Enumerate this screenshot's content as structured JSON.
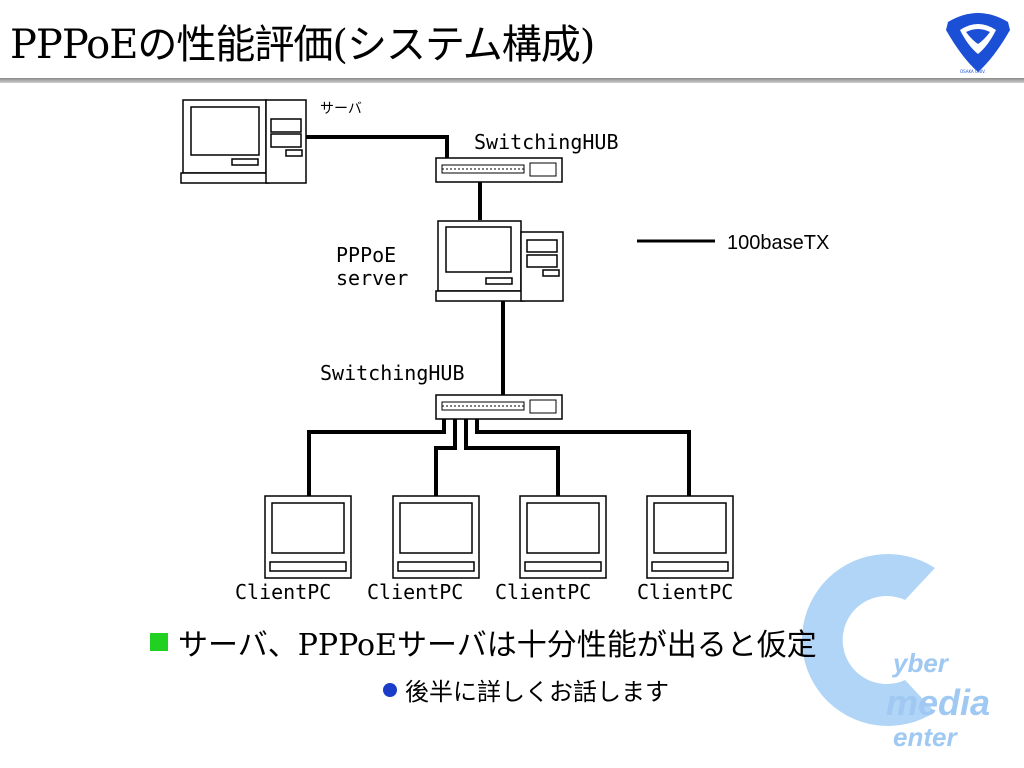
{
  "slide": {
    "title": "PPPoEの性能評価(システム構成)"
  },
  "diagram": {
    "server_label": "サーバ",
    "hub_top_label": "SwitchingHUB",
    "pppoe_label_line1": "PPPoE",
    "pppoe_label_line2": "server",
    "hub_middle_label": "SwitchingHUB",
    "legend_label": "100baseTX",
    "client_labels": [
      "ClientPC",
      "ClientPC",
      "ClientPC",
      "ClientPC"
    ]
  },
  "bullets": {
    "main": "サーバ、PPPoEサーバは十分性能が出ると仮定",
    "sub": "後半に詳しくお話します"
  },
  "logo": {
    "emblem_caption": "OSAKA UNIV.",
    "watermark_lines": [
      "yber",
      "media",
      "enter"
    ]
  },
  "colors": {
    "bullet_main": "#22d022",
    "bullet_sub": "#1a3cc8",
    "logo_blue": "#1a4fd6",
    "watermark_blue": "#9fc8f2"
  }
}
